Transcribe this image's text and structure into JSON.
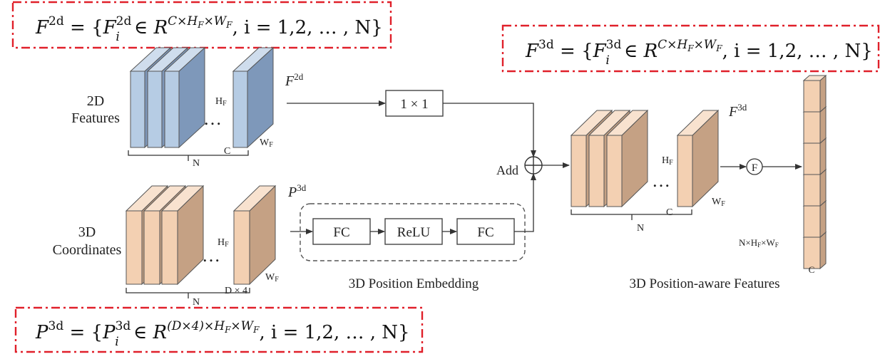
{
  "colors": {
    "blue_front": "#b6cce4",
    "blue_side": "#7e98ba",
    "blue_top": "#cfdded",
    "peach_front": "#f3d0b2",
    "peach_side": "#c5a184",
    "peach_top": "#f8e2cf",
    "red_dash": "#e0202a"
  },
  "formulas": {
    "f2d": {
      "lhs": "F",
      "sup": "2d",
      "set_var": "F",
      "set_sub": "i",
      "set_sup": "2d",
      "space": "R",
      "space_sup": "C×H",
      "h_sub": "F",
      "w": "×W",
      "w_sub": "F",
      "tail": ", i = 1,2, … , N}"
    },
    "f3d": {
      "lhs": "F",
      "sup": "3d",
      "set_var": "F",
      "set_sub": "i",
      "set_sup": "3d",
      "space": "R",
      "space_sup": "C×H",
      "h_sub": "F",
      "w": "×W",
      "w_sub": "F",
      "tail": ", i = 1,2, … , N}"
    },
    "p3d": {
      "lhs": "P",
      "sup": "3d",
      "set_var": "P",
      "set_sub": "i",
      "set_sup": "3d",
      "space": "R",
      "space_sup": "(D×4)×H",
      "h_sub": "F",
      "w": "×W",
      "w_sub": "F",
      "tail": ", i = 1,2, … , N}"
    }
  },
  "features_2d": {
    "label_line1": "2D",
    "label_line2": "Features",
    "tag": "F",
    "tag_sup": "2d",
    "h_label": "H",
    "h_sub": "F",
    "w_label": "W",
    "w_sub": "F",
    "c_label": "C",
    "n_label": "N",
    "ellipsis": "…"
  },
  "coords_3d": {
    "label_line1": "3D",
    "label_line2": "Coordinates",
    "tag": "P",
    "tag_sup": "3d",
    "h_label": "H",
    "h_sub": "F",
    "w_label": "W",
    "w_sub": "F",
    "d_label": "D × 4",
    "n_label": "N",
    "ellipsis": "…"
  },
  "conv": {
    "label": "1 × 1"
  },
  "embedding": {
    "fc1": "FC",
    "relu": "ReLU",
    "fc2": "FC",
    "caption": "3D Position Embedding"
  },
  "add": {
    "label": "Add"
  },
  "features_3d": {
    "tag": "F",
    "tag_sup": "3d",
    "h_label": "H",
    "h_sub": "F",
    "w_label": "W",
    "w_sub": "F",
    "c_label": "C",
    "n_label": "N",
    "ellipsis": "…",
    "caption": "3D Position-aware Features"
  },
  "flatten": {
    "symbol": "F"
  },
  "output": {
    "dims": "N×H",
    "dims_sub": "F",
    "dims_tail": "×W",
    "dims_tail_sub": "F",
    "c_label": "C"
  }
}
